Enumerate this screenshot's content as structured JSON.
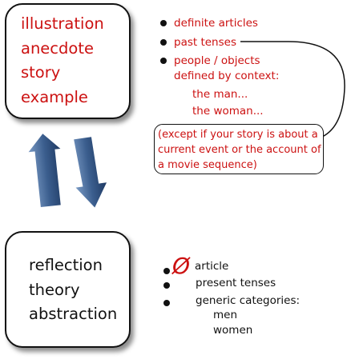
{
  "example_box": {
    "lines": [
      "illustration",
      "anecdote",
      "story",
      "example"
    ]
  },
  "example_notes": {
    "bullets": [
      "definite articles",
      "past tenses",
      "people / objects"
    ],
    "continuation": "defined by context:",
    "sub_items": [
      "the man...",
      "the woman..."
    ],
    "exception_lines": [
      "(except if your story is about a",
      "current event or the account of",
      "a movie sequence)"
    ]
  },
  "reflection_box": {
    "lines": [
      "reflection",
      "theory",
      "abstraction"
    ]
  },
  "reflection_notes": {
    "zero_symbol": "Ø",
    "bullets": [
      "article",
      "present tenses",
      "generic categories:"
    ],
    "sub_items": [
      "men",
      "women"
    ]
  },
  "colors": {
    "accent_red": "#cc1111",
    "arrow_blue": "#3b5e8e",
    "text_black": "#111111"
  },
  "icons": [
    "up-arrow-icon",
    "down-arrow-icon",
    "bullet-dot-icon",
    "null-symbol-icon"
  ]
}
